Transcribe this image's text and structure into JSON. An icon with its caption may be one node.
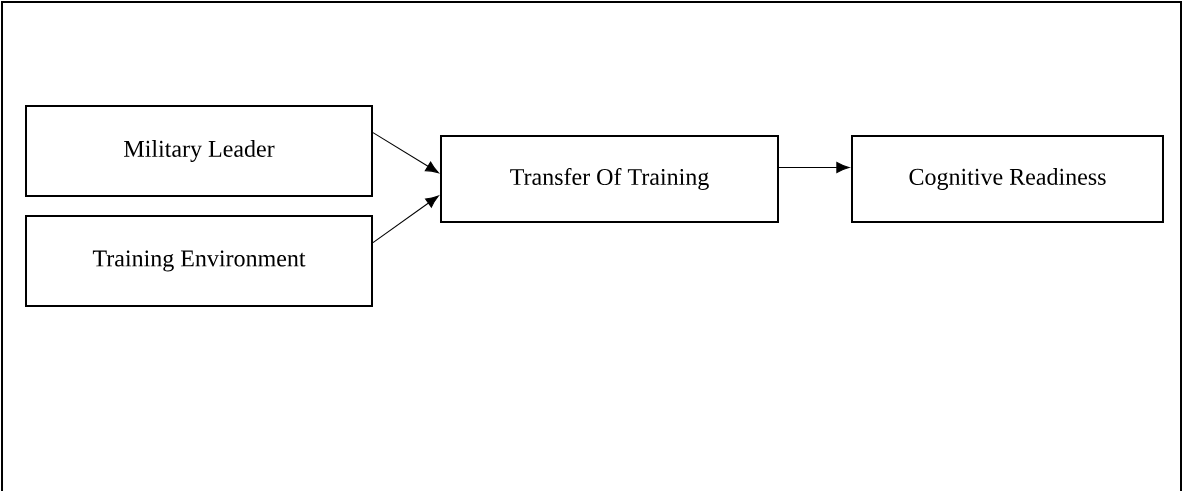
{
  "diagram": {
    "nodes": [
      {
        "text": [
          "Military Leader"
        ]
      },
      {
        "text": [
          "Training Environment"
        ]
      },
      {
        "text": [
          "Transfer Of Training"
        ]
      },
      {
        "text": [
          "Cognitive Readiness"
        ]
      }
    ],
    "edges": [
      {
        "from": 0,
        "to": 2,
        "arrow": "to"
      },
      {
        "from": 1,
        "to": 2,
        "arrow": "to"
      },
      {
        "from": 2,
        "to": 3,
        "arrow": "to"
      }
    ]
  }
}
